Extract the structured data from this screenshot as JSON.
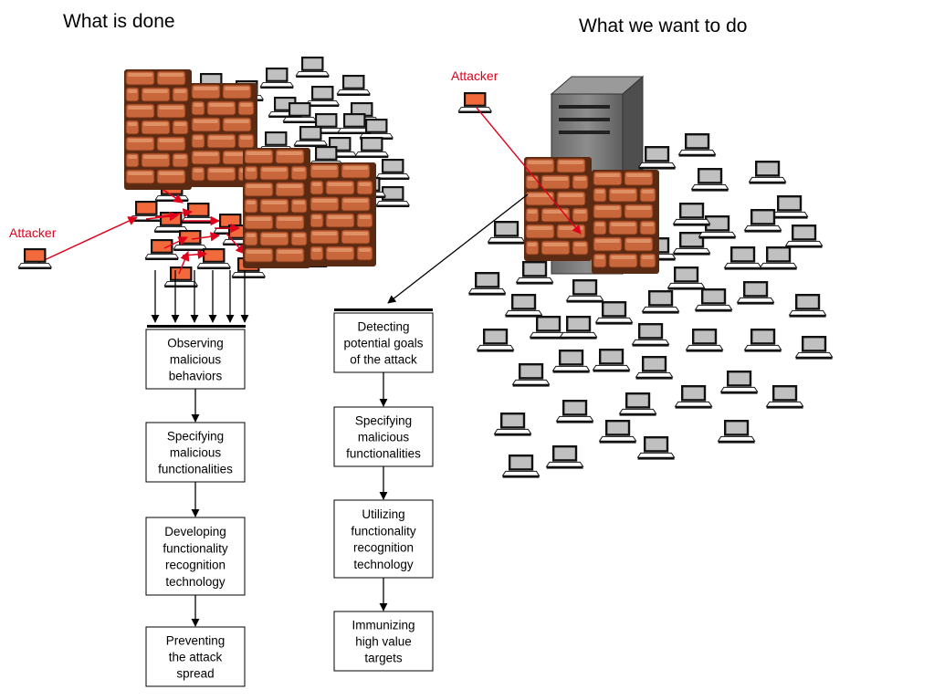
{
  "headings": {
    "left": "What is done",
    "right": "What we want to do"
  },
  "attacker_labels": {
    "left": "Attacker",
    "right": "Attacker"
  },
  "left_flow": [
    [
      "Observing",
      "malicious",
      "behaviors"
    ],
    [
      "Specifying",
      "malicious",
      "functionalities"
    ],
    [
      "Developing",
      "functionality",
      "recognition",
      "technology"
    ],
    [
      "Preventing",
      "the attack",
      "spread"
    ]
  ],
  "right_flow": [
    [
      "Detecting",
      "potential goals",
      "of the attack"
    ],
    [
      "Specifying",
      "malicious",
      "functionalities"
    ],
    [
      "Utilizing",
      "functionality",
      "recognition",
      "technology"
    ],
    [
      "Immunizing",
      "high value",
      "targets"
    ]
  ],
  "icons": {
    "computer": "laptop-icon",
    "infected_computer": "infected-laptop-icon",
    "firewall": "brick-firewall-icon",
    "server": "server-tower-icon"
  },
  "colors": {
    "attack": "#e0001b",
    "infected_screen": "#f26a3c",
    "brick": "#c8663c",
    "laptop_body": "#111111",
    "laptop_screen": "#c0c0c0",
    "server": "#7a7a7a"
  }
}
